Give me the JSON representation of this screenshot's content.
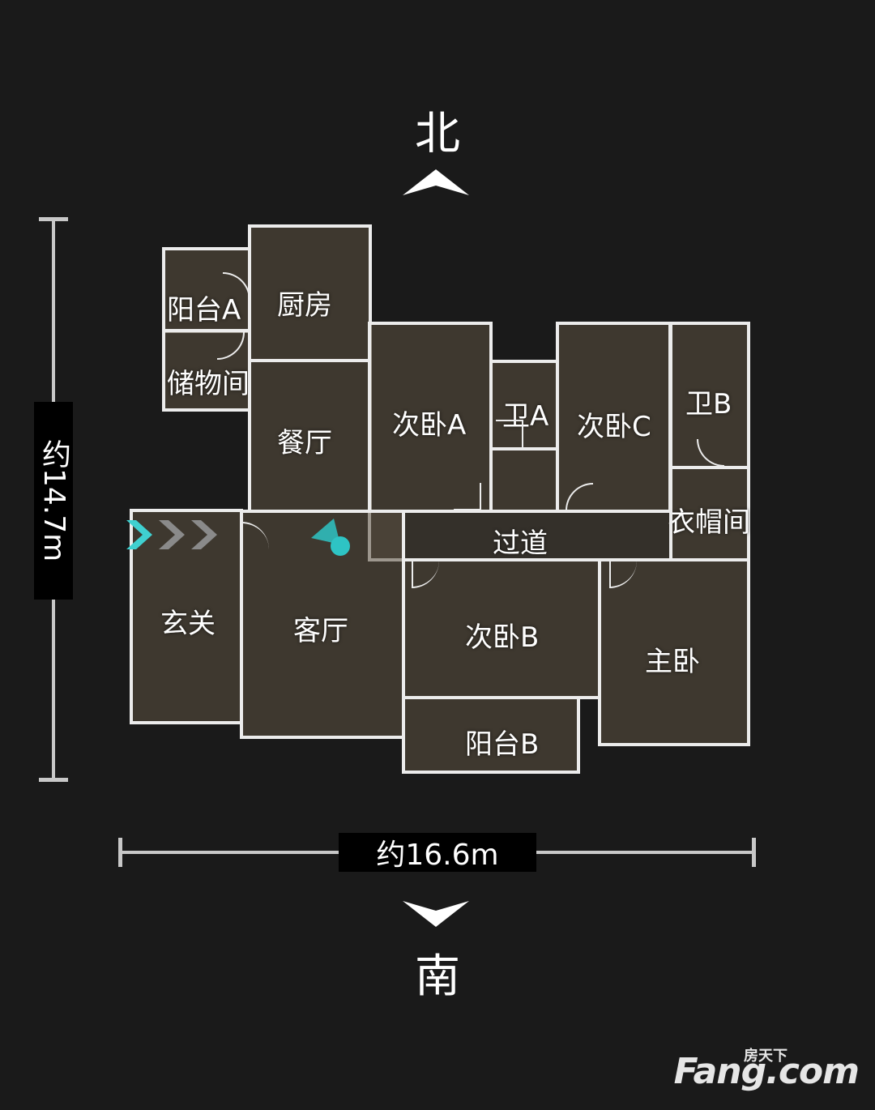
{
  "compass": {
    "north": "北",
    "south": "南"
  },
  "dimensions": {
    "vertical": "约14.7m",
    "horizontal": "约16.6m"
  },
  "rooms": {
    "balcony_a": "阳台A",
    "kitchen": "厨房",
    "storage": "储物间",
    "dining": "餐厅",
    "bedroom_a": "次卧A",
    "bath_a": "卫A",
    "bedroom_c": "次卧C",
    "bath_b": "卫B",
    "cloakroom": "衣帽间",
    "corridor": "过道",
    "entrance": "玄关",
    "living": "客厅",
    "bedroom_b": "次卧B",
    "master": "主卧",
    "balcony_b": "阳台B"
  },
  "colors": {
    "background": "#1a1a1a",
    "wall": "#ececec",
    "position_marker": "#2ec4c4"
  },
  "watermark": {
    "top": "房天下",
    "main": "Fang.com"
  }
}
